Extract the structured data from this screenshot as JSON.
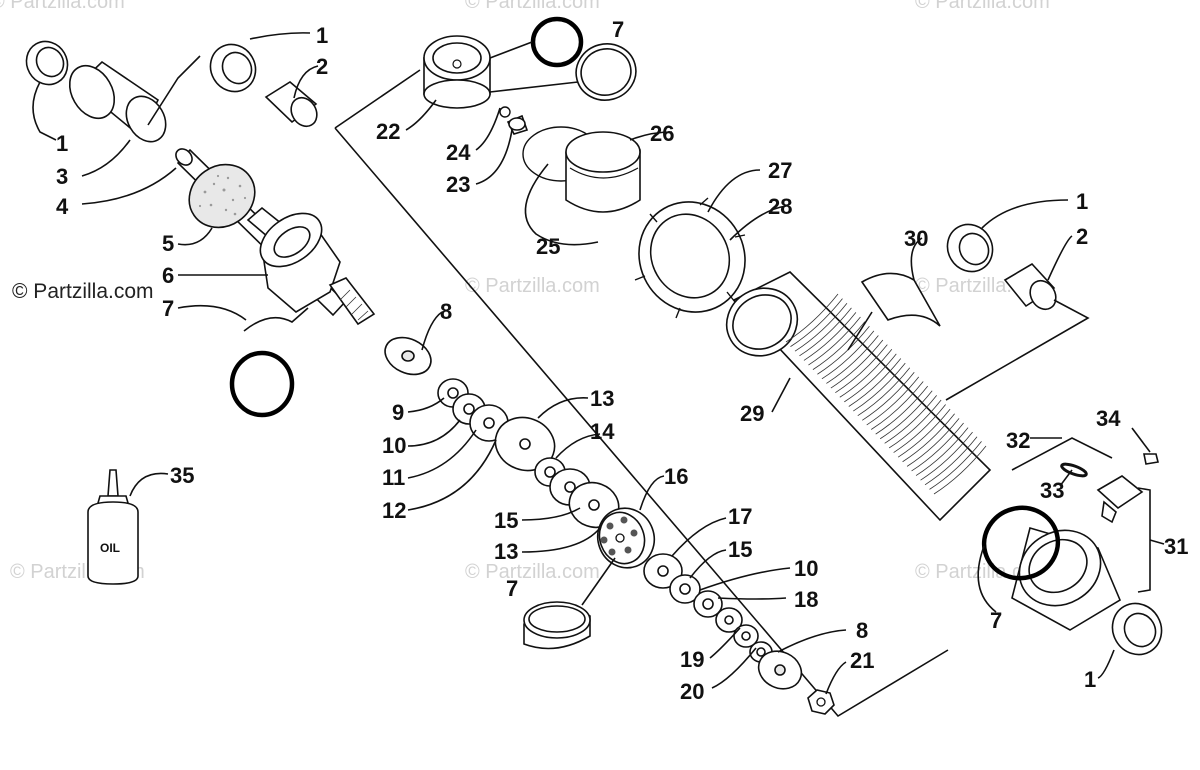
{
  "diagram": {
    "watermark_site": "© Partzilla.com",
    "watermark_faint": "© Partzilla.com",
    "oil_label": "OIL",
    "callouts": {
      "c1a": "1",
      "c2a": "2",
      "c1b": "1",
      "c3": "3",
      "c4": "4",
      "c5": "5",
      "c6": "6",
      "c7a": "7",
      "c7b": "7",
      "c7c": "7",
      "c7d": "7",
      "c8a": "8",
      "c8b": "8",
      "c9": "9",
      "c10a": "10",
      "c10b": "10",
      "c11": "11",
      "c12": "12",
      "c13a": "13",
      "c13b": "13",
      "c14": "14",
      "c15a": "15",
      "c15b": "15",
      "c16": "16",
      "c17": "17",
      "c18": "18",
      "c19": "19",
      "c20": "20",
      "c21": "21",
      "c22": "22",
      "c23": "23",
      "c24": "24",
      "c25": "25",
      "c26": "26",
      "c27": "27",
      "c28": "28",
      "c29": "29",
      "c30": "30",
      "c1c": "1",
      "c2b": "2",
      "c31": "31",
      "c32": "32",
      "c33": "33",
      "c34": "34",
      "c35": "35",
      "c1d": "1"
    }
  }
}
